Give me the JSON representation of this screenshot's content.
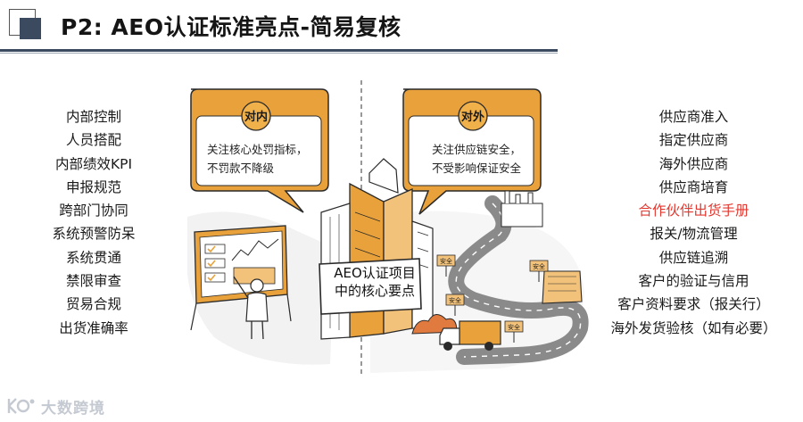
{
  "header": {
    "title": "P2: AEO认证标准亮点-简易复核"
  },
  "left_items": [
    "内部控制",
    "人员搭配",
    "内部绩效KPI",
    "申报规范",
    "跨部门协同",
    "系统预警防呆",
    "系统贯通",
    "禁限审查",
    "贸易合规",
    "出货准确率"
  ],
  "right_items": [
    "供应商准入",
    "指定供应商",
    "海外供应商",
    "供应商培育",
    "合作伙伴出货手册",
    "报关/物流管理",
    "供应链追溯",
    "客户的验证与信用",
    "客户资料要求（报关行）",
    "海外发货验核（如有必要）"
  ],
  "highlight_color": "#e3382f",
  "accent_color": "#e9a23b",
  "bubble_left": {
    "tag": "对内",
    "line1": "关注核心处罚指标，",
    "line2": "不罚款不降级"
  },
  "bubble_right": {
    "tag": "对外",
    "line1": "关注供应链安全，",
    "line2": "不受影响保证安全"
  },
  "center_label": {
    "line1": "AEO认证项目",
    "line2": "中的核心要点"
  },
  "sign_labels": {
    "sign1": "安全",
    "sign2": "安全",
    "sign3": "安全",
    "sign4": "安全"
  },
  "watermark": {
    "text": "大数跨境",
    "icon": "logo-icon"
  }
}
